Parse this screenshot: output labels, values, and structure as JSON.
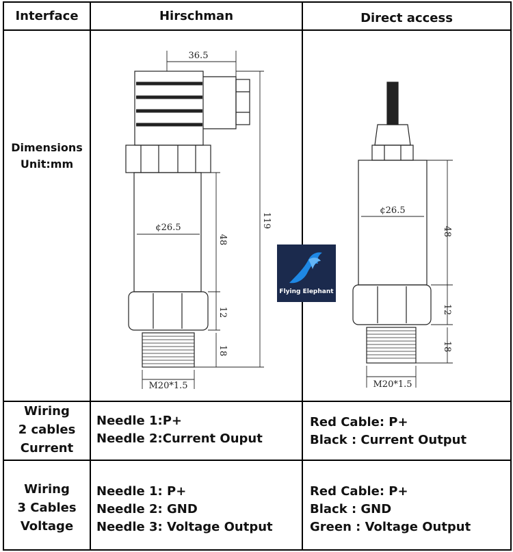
{
  "headers": {
    "interface": "Interface",
    "hirschman": "Hirschman",
    "direct": "Direct access"
  },
  "dimensions_label": [
    "Dimensions",
    "Unit:mm"
  ],
  "hirschman_dims": {
    "width": "36.5",
    "diameter": "¢26.5",
    "body": "48",
    "hex": "12",
    "thread": "18",
    "total": "119",
    "thread_spec": "M20*1.5"
  },
  "direct_dims": {
    "diameter": "¢26.5",
    "body": "48",
    "hex": "12",
    "thread": "18",
    "thread_spec": "M20*1.5"
  },
  "logo": {
    "text": "Flying Elephant",
    "color": "#1b2a4d",
    "accent": "#1e88e5"
  },
  "wiring2": {
    "label": [
      "Wiring",
      "2 cables",
      "Current"
    ],
    "hirschman": [
      "Needle 1:P+",
      "Needle 2:Current Ouput"
    ],
    "direct": [
      "Red Cable: P+",
      "Black : Current Output"
    ]
  },
  "wiring3": {
    "label": [
      "Wiring",
      "3 Cables",
      "Voltage"
    ],
    "hirschman": [
      "Needle 1: P+",
      "Needle 2: GND",
      "Needle 3: Voltage Output"
    ],
    "direct": [
      "Red Cable: P+",
      "Black : GND",
      "Green : Voltage Output"
    ]
  }
}
